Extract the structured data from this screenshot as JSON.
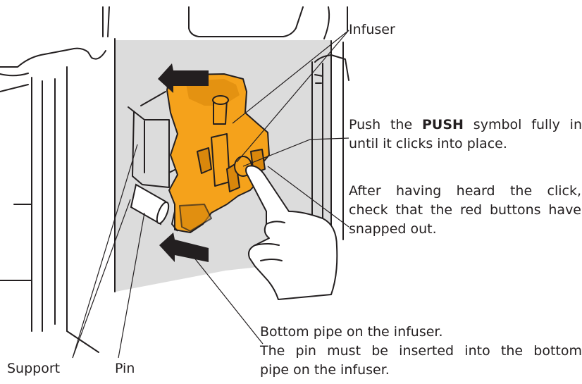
{
  "labels": {
    "infuser": "Infuser",
    "push_before": "Push the ",
    "push_bold": "PUSH",
    "push_after": " symbol fully in",
    "push_line2": "until it clicks into place.",
    "after_line1": "After having heard the click,",
    "after_line2": "check that the red buttons have",
    "after_line3": "snapped out.",
    "bottom_line1": "Bottom pipe on the infuser.",
    "bottom_line2": "The pin must be inserted into the bottom",
    "bottom_line3": "pipe on the infuser.",
    "support": "Support",
    "pin": "Pin"
  },
  "colors": {
    "infuser": "#f5a21b",
    "infuser_shade": "#d9870c",
    "panel": "#dcdcdc",
    "line": "#231f20",
    "arrow": "#231f20"
  }
}
